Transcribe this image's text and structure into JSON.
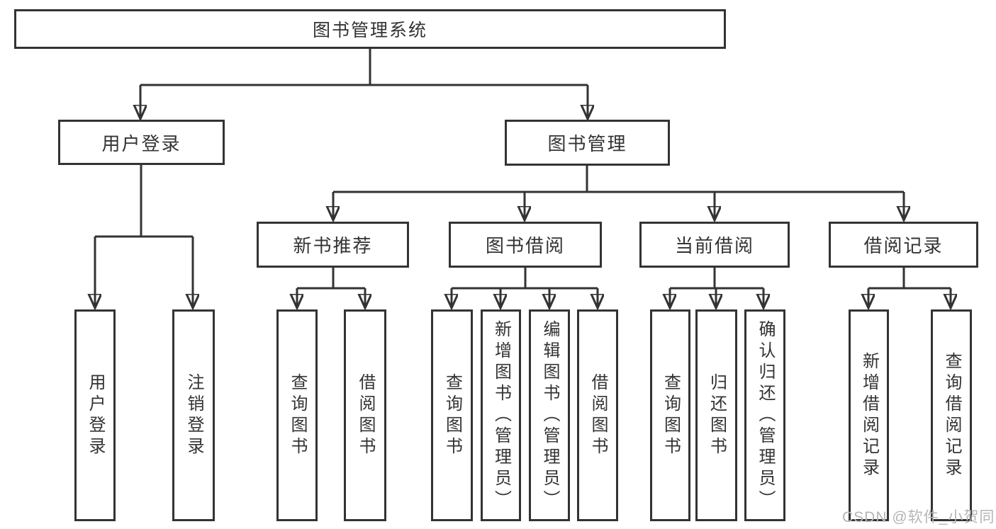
{
  "diagram": {
    "root": {
      "label": "图书管理系统"
    },
    "branches": [
      {
        "label": "用户登录",
        "children": [
          {
            "label": "用户登录"
          },
          {
            "label": "注销登录"
          }
        ]
      },
      {
        "label": "图书管理",
        "children": [
          {
            "label": "新书推荐",
            "children": [
              {
                "label": "查询图书"
              },
              {
                "label": "借阅图书"
              }
            ]
          },
          {
            "label": "图书借阅",
            "children": [
              {
                "label": "查询图书"
              },
              {
                "label": "新增图书（管理员）"
              },
              {
                "label": "编辑图书（管理员）"
              },
              {
                "label": "借阅图书"
              }
            ]
          },
          {
            "label": "当前借阅",
            "children": [
              {
                "label": "查询图书"
              },
              {
                "label": "归还图书"
              },
              {
                "label": "确认归还（管理员）"
              }
            ]
          },
          {
            "label": "借阅记录",
            "children": [
              {
                "label": "新增借阅记录"
              },
              {
                "label": "查询借阅记录"
              }
            ]
          }
        ]
      }
    ]
  },
  "watermark": {
    "text": "CSDN @软件_小贺同学"
  },
  "colors": {
    "line": "#333333",
    "text": "#333333",
    "node_background": "#ffffff",
    "page_background": "#ffffff",
    "watermark_text": "#b5b5b5"
  }
}
